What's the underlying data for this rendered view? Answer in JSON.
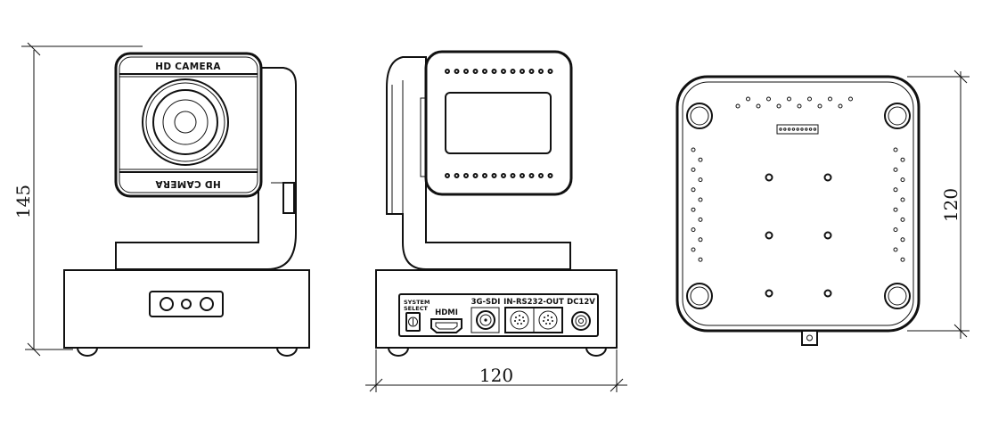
{
  "front_view": {
    "label_top": "HD CAMERA",
    "label_bottom": "HD CAMERA"
  },
  "rear_view": {
    "port_system_select_line1": "SYSTEM",
    "port_system_select_line2": "SELECT",
    "port_hdmi": "HDMI",
    "port_sdi": "3G-SDI",
    "port_rs232": "IN-RS232-OUT",
    "port_dc": "DC12V"
  },
  "dimensions": {
    "height": "145",
    "width": "120",
    "depth": "120"
  }
}
